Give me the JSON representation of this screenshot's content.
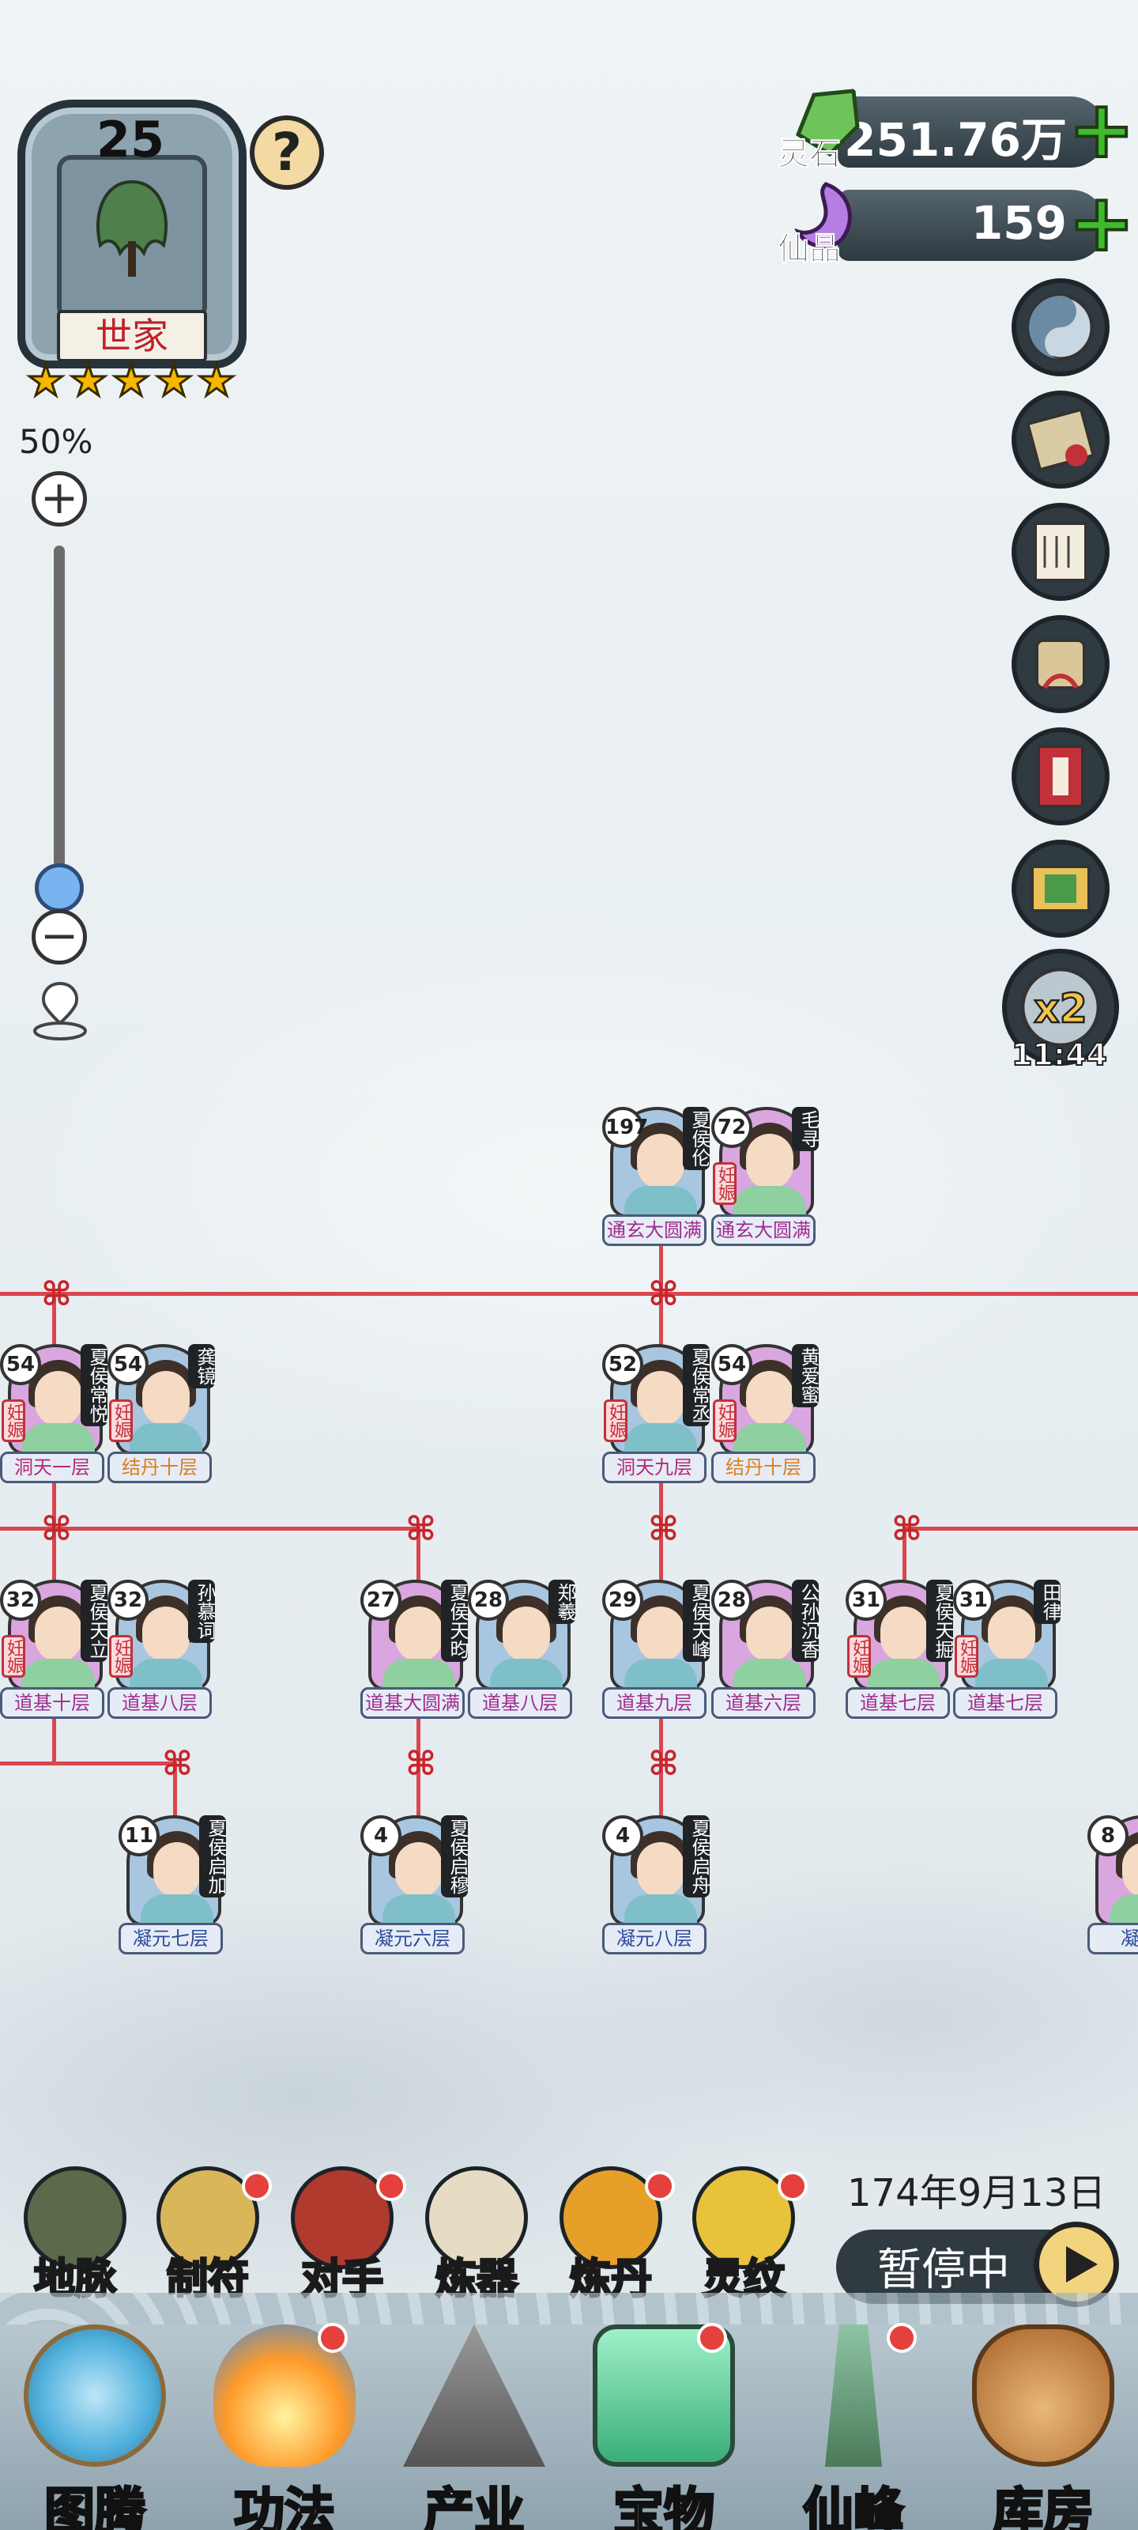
{
  "crest": {
    "level": "25",
    "name": "世家",
    "stars": 5,
    "help": "?"
  },
  "zoom": {
    "percent": "50%",
    "plus": "+",
    "minus": "−",
    "level": 0.5
  },
  "currency": [
    {
      "label": "灵石",
      "value": "251.76万",
      "color": "#5ab04a"
    },
    {
      "label": "仙晶",
      "value": "159",
      "color": "#a66bd0"
    }
  ],
  "side_buttons": [
    "yin-yang-icon",
    "map-scroll-icon",
    "letter-icon",
    "scroll-icon",
    "book-icon",
    "plaque-icon"
  ],
  "speed": {
    "multiplier": "x2",
    "time": "11:44"
  },
  "family": {
    "gen1": [
      {
        "age": "197",
        "name": "夏侯伦",
        "realm": "通玄大圆满",
        "preg": "",
        "gender": "m"
      },
      {
        "age": "72",
        "name": "毛寻",
        "realm": "通玄大圆满",
        "preg": "妊娠",
        "gender": "f"
      }
    ],
    "gen2": [
      {
        "age": "54",
        "name": "夏侯常悦",
        "realm": "洞天一层",
        "preg": "妊娠",
        "gender": "f"
      },
      {
        "age": "54",
        "name": "龚镜",
        "realm": "结丹十层",
        "preg": "妊娠",
        "gender": "m"
      },
      {
        "age": "52",
        "name": "夏侯常丞",
        "realm": "洞天九层",
        "preg": "妊娠",
        "gender": "m"
      },
      {
        "age": "54",
        "name": "黄爱蜜",
        "realm": "结丹十层",
        "preg": "妊娠",
        "gender": "f"
      }
    ],
    "gen3": [
      {
        "age": "32",
        "name": "夏侯天立",
        "realm": "道基十层",
        "preg": "妊娠",
        "gender": "f"
      },
      {
        "age": "32",
        "name": "孙慕词",
        "realm": "道基八层",
        "preg": "妊娠",
        "gender": "m"
      },
      {
        "age": "27",
        "name": "夏侯天昀",
        "realm": "道基大圆满",
        "preg": "",
        "gender": "f"
      },
      {
        "age": "28",
        "name": "郑羲",
        "realm": "道基八层",
        "preg": "",
        "gender": "m"
      },
      {
        "age": "29",
        "name": "夏侯天峰",
        "realm": "道基九层",
        "preg": "",
        "gender": "m"
      },
      {
        "age": "28",
        "name": "公孙沉香",
        "realm": "道基六层",
        "preg": "",
        "gender": "f"
      },
      {
        "age": "31",
        "name": "夏侯天掘",
        "realm": "道基七层",
        "preg": "妊娠",
        "gender": "f"
      },
      {
        "age": "31",
        "name": "田律",
        "realm": "道基七层",
        "preg": "妊娠",
        "gender": "m"
      }
    ],
    "gen4": [
      {
        "age": "11",
        "name": "夏侯启加",
        "realm": "凝元七层",
        "preg": "",
        "gender": "m"
      },
      {
        "age": "4",
        "name": "夏侯启穆",
        "realm": "凝元六层",
        "preg": "",
        "gender": "m"
      },
      {
        "age": "4",
        "name": "夏侯启舟",
        "realm": "凝元八层",
        "preg": "",
        "gender": "m"
      },
      {
        "age": "8",
        "name": "",
        "realm": "凝元",
        "preg": "",
        "gender": "f"
      }
    ]
  },
  "date": "174年9月13日",
  "pause": "暂停中",
  "functions": [
    {
      "label": "地脉",
      "dot": false
    },
    {
      "label": "制符",
      "dot": true
    },
    {
      "label": "对手",
      "dot": true
    },
    {
      "label": "炼器",
      "dot": false
    },
    {
      "label": "炼丹",
      "dot": true
    },
    {
      "label": "灵纹",
      "dot": true
    }
  ],
  "nav": [
    {
      "label": "图腾",
      "dot": false
    },
    {
      "label": "功法",
      "dot": true
    },
    {
      "label": "产业",
      "dot": false
    },
    {
      "label": "宝物",
      "dot": true
    },
    {
      "label": "仙峰",
      "dot": true
    },
    {
      "label": "库房",
      "dot": false
    }
  ]
}
